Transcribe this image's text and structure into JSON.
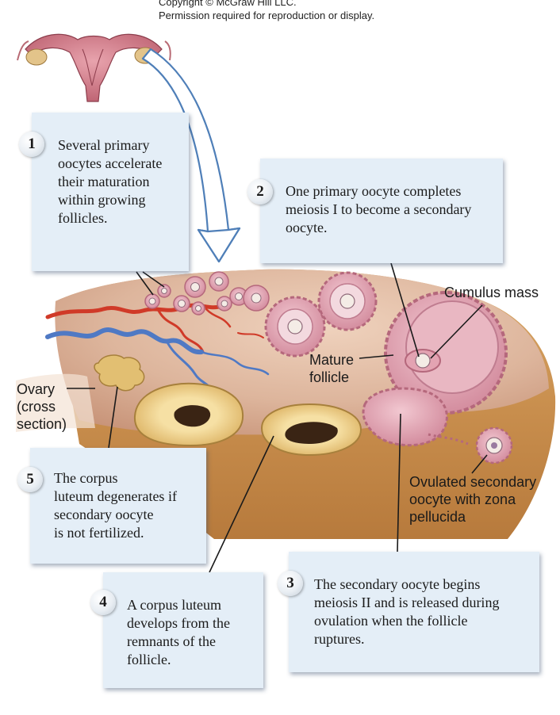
{
  "copyright": {
    "line1": "Copyright © McGraw Hill LLC.",
    "line2": "Permission required for reproduction or display."
  },
  "steps": [
    {
      "number": "1",
      "text": [
        "Several primary",
        "oocytes accelerate",
        "their maturation",
        "within growing",
        "follicles."
      ]
    },
    {
      "number": "2",
      "text": [
        "One primary oocyte completes",
        "meiosis I to become a secondary",
        "oocyte."
      ]
    },
    {
      "number": "3",
      "text": [
        "The secondary oocyte begins",
        "meiosis II and is released during",
        "ovulation when the follicle",
        "ruptures."
      ]
    },
    {
      "number": "4",
      "text": [
        "A corpus luteum",
        "develops from the",
        "remnants of the",
        "follicle."
      ]
    },
    {
      "number": "5",
      "text": [
        "The corpus",
        "luteum degenerates if",
        "secondary oocyte",
        "is not fertilized."
      ]
    }
  ],
  "labels": {
    "cumulus_mass": "Cumulus mass",
    "mature_follicle": [
      "Mature",
      "follicle"
    ],
    "ovary": [
      "Ovary",
      "(cross",
      "section)"
    ],
    "ovulated_oocyte": [
      "Ovulated secondary",
      "oocyte with zona",
      "pellucida"
    ]
  },
  "colors": {
    "callout_bg": "#e4eef7",
    "ovary_tissue": "#dcb49c",
    "follicle": "#d99aaa",
    "corpus_luteum": "#e9c77c",
    "artery": "#d03a28",
    "vein": "#4f79c4",
    "arrow": "#4f7fb8"
  }
}
